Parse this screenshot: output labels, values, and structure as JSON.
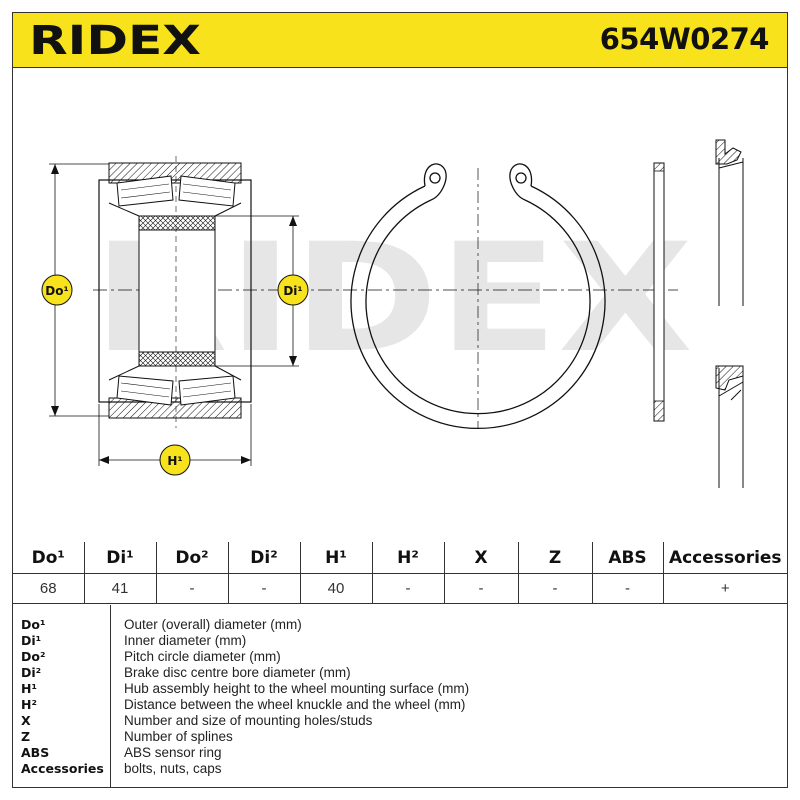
{
  "brand": {
    "logo_text": "RIDEX",
    "part_number": "654W0274"
  },
  "colors": {
    "header_yellow": "#f7e21b",
    "badge_yellow": "#f7e21b",
    "line": "#111111",
    "watermark": "#e6e6e6"
  },
  "drawing": {
    "labels": {
      "do": "Do¹",
      "di": "Di¹",
      "h": "H¹"
    },
    "watermark_text": "RIDEX"
  },
  "table": {
    "headers": [
      "Do¹",
      "Di¹",
      "Do²",
      "Di²",
      "H¹",
      "H²",
      "X",
      "Z",
      "ABS",
      "Accessories"
    ],
    "values": [
      "68",
      "41",
      "-",
      "-",
      "40",
      "-",
      "-",
      "-",
      "-",
      "+"
    ]
  },
  "legend": [
    {
      "key": "Do¹",
      "desc": "Outer (overall) diameter (mm)"
    },
    {
      "key": "Di¹",
      "desc": "Inner diameter (mm)"
    },
    {
      "key": "Do²",
      "desc": "Pitch circle diameter (mm)"
    },
    {
      "key": "Di²",
      "desc": "Brake disc centre bore diameter (mm)"
    },
    {
      "key": "H¹",
      "desc": "Hub assembly height to the wheel mounting surface (mm)"
    },
    {
      "key": "H²",
      "desc": "Distance between the wheel knuckle and the wheel (mm)"
    },
    {
      "key": "X",
      "desc": "Number and size of mounting holes/studs"
    },
    {
      "key": "Z",
      "desc": "Number of splines"
    },
    {
      "key": "ABS",
      "desc": "ABS sensor ring"
    },
    {
      "key": "Accessories",
      "desc": "bolts, nuts, caps"
    }
  ]
}
